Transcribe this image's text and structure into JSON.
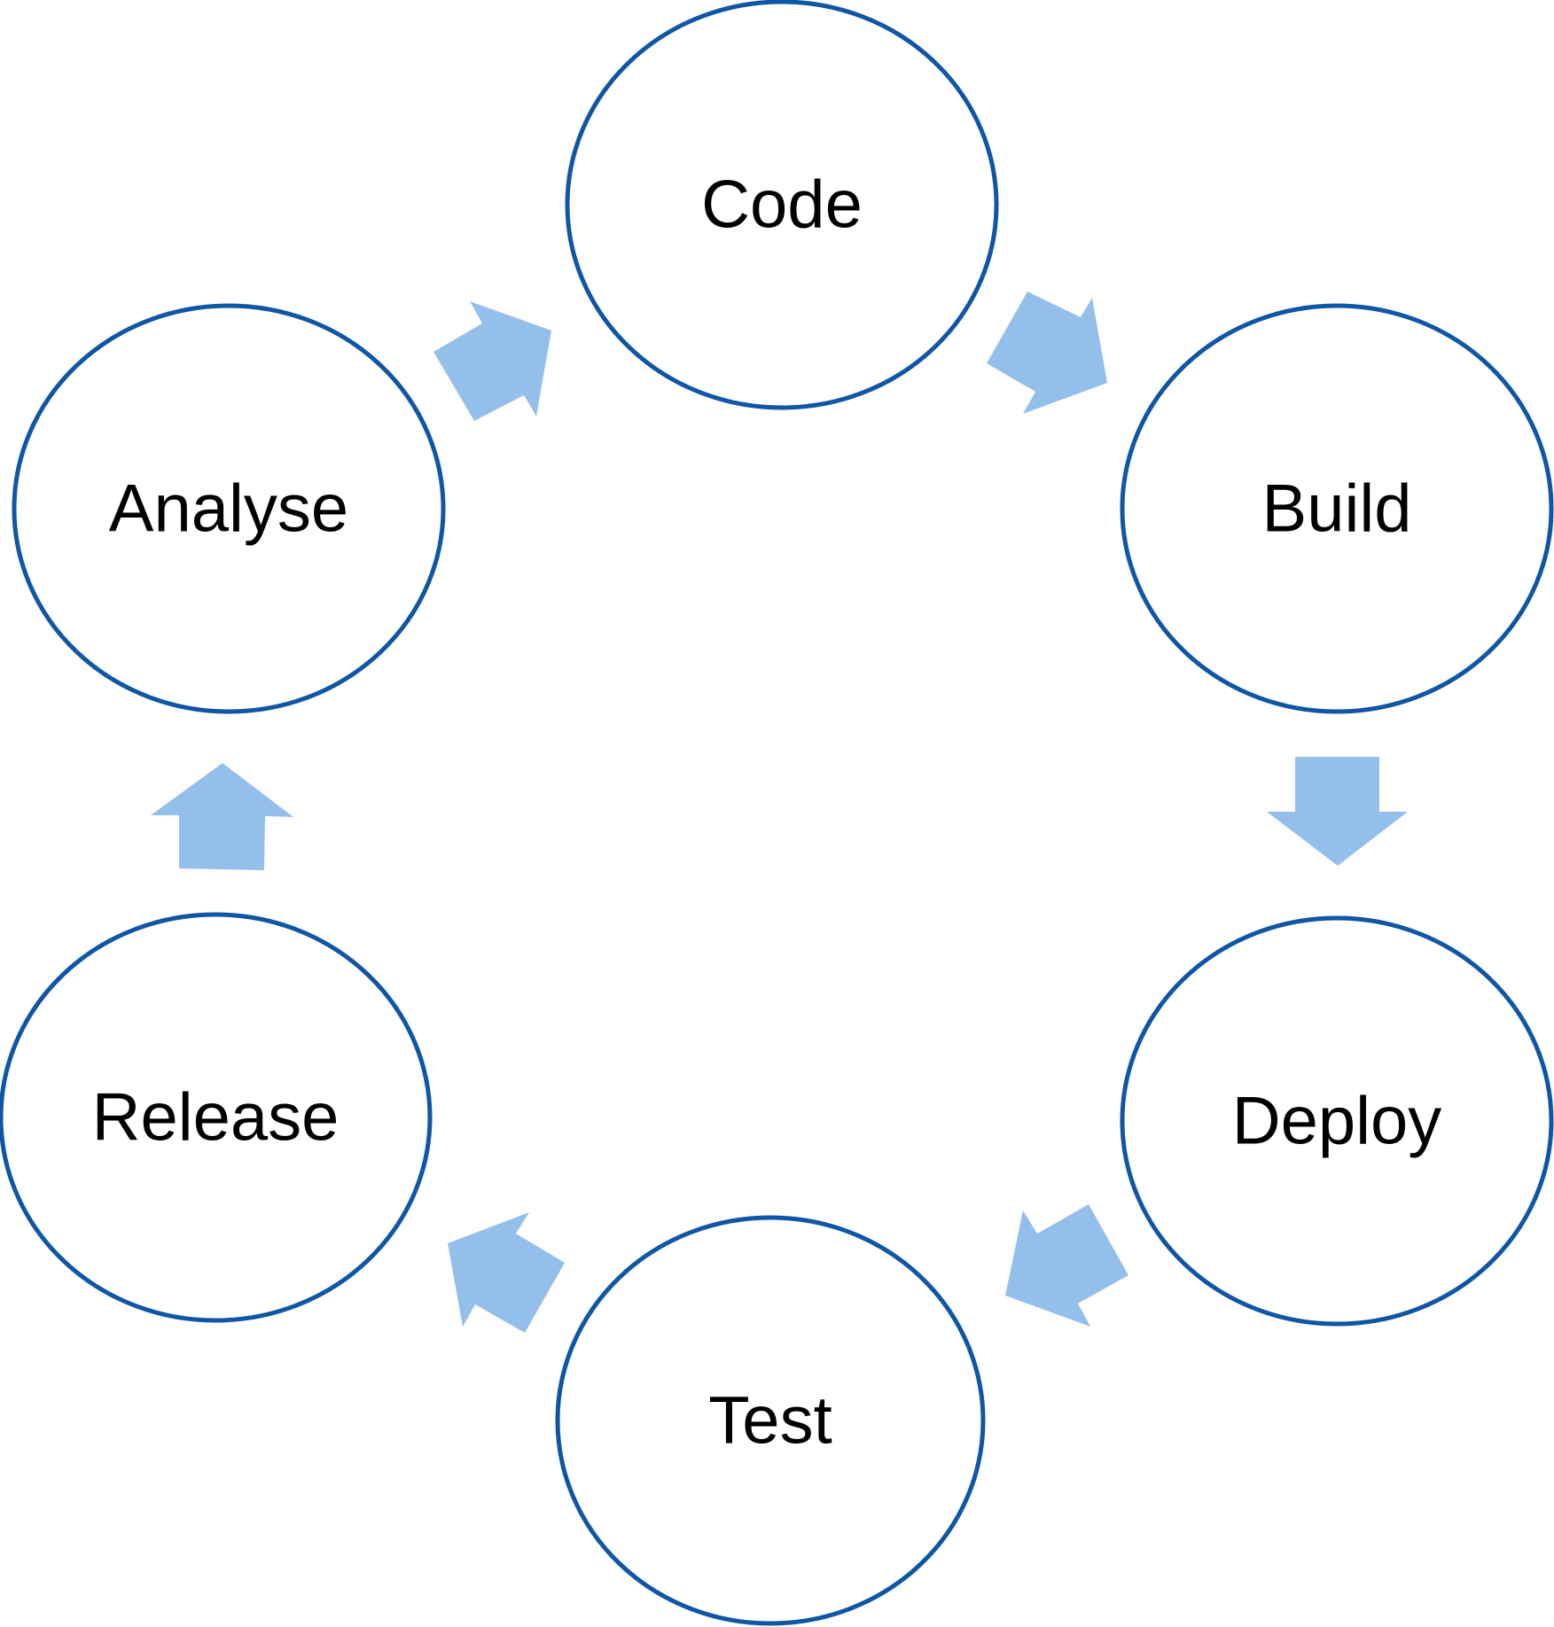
{
  "colors": {
    "ellipse_stroke": "#0F56A5",
    "arrow_fill": "#95BFEB",
    "label_text": "#000000"
  },
  "stages": [
    {
      "id": "code",
      "label": "Code"
    },
    {
      "id": "build",
      "label": "Build"
    },
    {
      "id": "deploy",
      "label": "Deploy"
    },
    {
      "id": "test",
      "label": "Test"
    },
    {
      "id": "release",
      "label": "Release"
    },
    {
      "id": "analyse",
      "label": "Analyse"
    }
  ],
  "flow": [
    {
      "from": "code",
      "to": "build"
    },
    {
      "from": "build",
      "to": "deploy"
    },
    {
      "from": "deploy",
      "to": "test"
    },
    {
      "from": "test",
      "to": "release"
    },
    {
      "from": "release",
      "to": "analyse"
    },
    {
      "from": "analyse",
      "to": "code"
    }
  ]
}
